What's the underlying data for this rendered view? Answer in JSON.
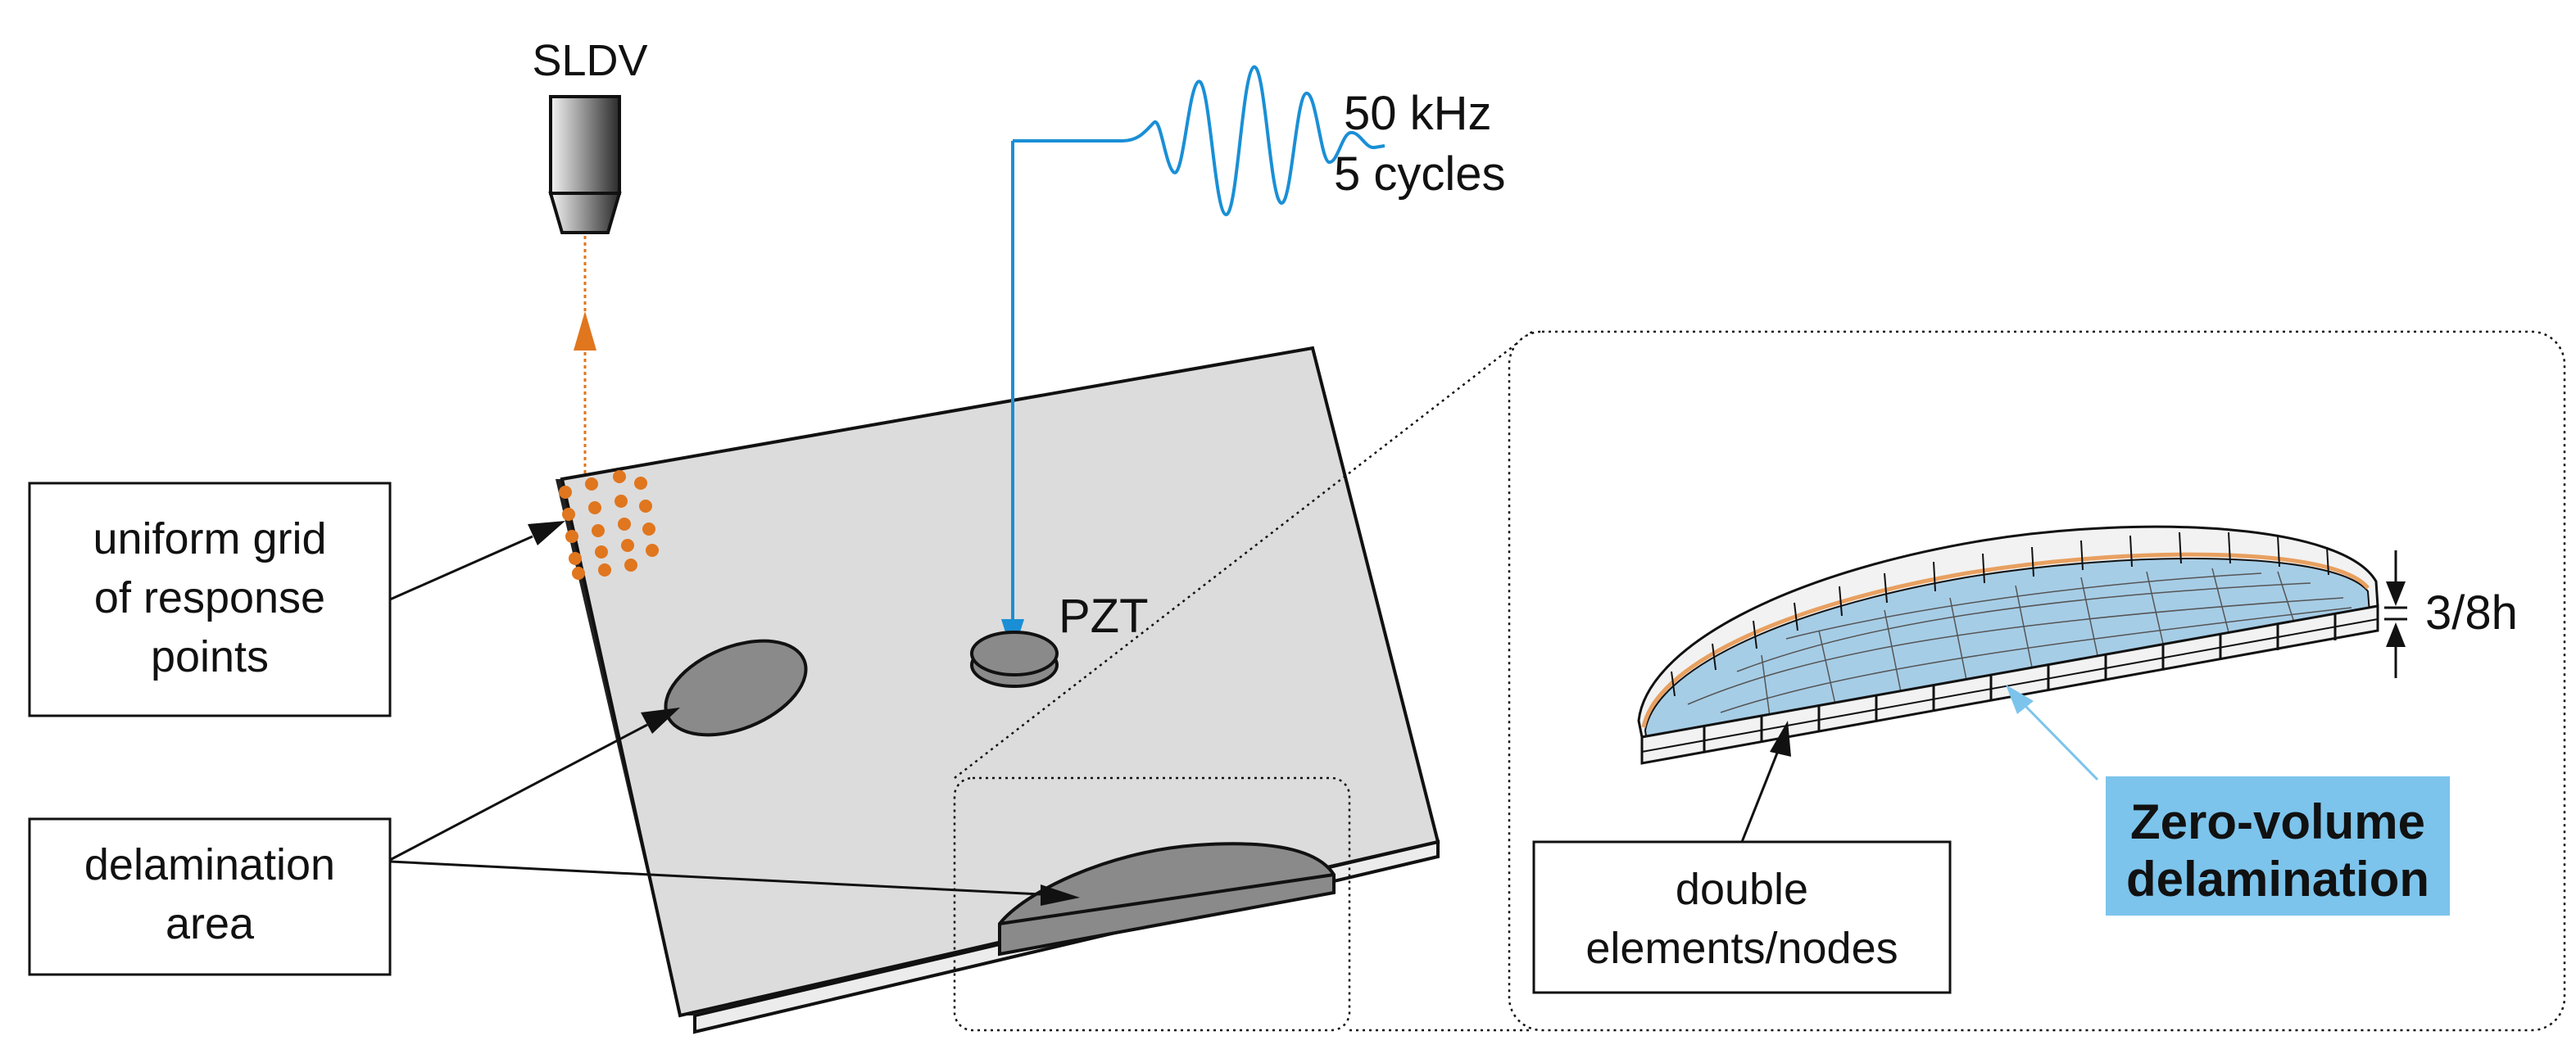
{
  "figure": {
    "sldv_label": "SLDV",
    "signal_label_line1": "50 kHz",
    "signal_label_line2": "5 cycles",
    "pzt_label": "PZT",
    "grid_label": [
      "uniform grid",
      "of response",
      "points"
    ],
    "delam_label": [
      "delamination",
      "area"
    ],
    "thickness_label": "3/8h",
    "double_label": [
      "double",
      "elements/nodes"
    ],
    "zero_volume_label": [
      "Zero-volume",
      "delamination"
    ]
  },
  "colors": {
    "plate_top": "#dcdcdc",
    "plate_edge": "#ececec",
    "delamination_fill": "#8a8a8a",
    "signal_blue": "#1a8fd6",
    "grid_orange": "#e0761e",
    "zero_volume_box": "#7cc4ec",
    "mesh_fill": "#a6cde6",
    "orange_contour": "#e8a060"
  },
  "icons": {
    "sldv": "laser-vibrometer-icon",
    "pzt": "piezo-disc-icon"
  }
}
